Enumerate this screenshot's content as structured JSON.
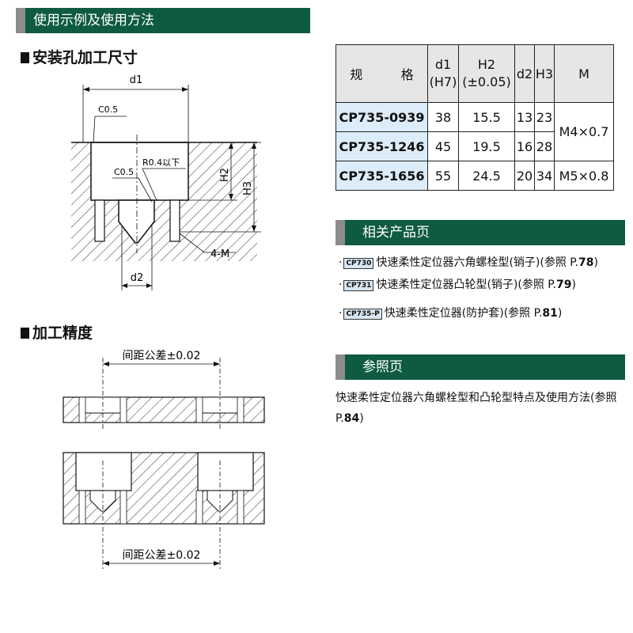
{
  "header": {
    "title": "使用示例及使用方法"
  },
  "mounting": {
    "title": "安装孔加工尺寸",
    "labels": {
      "d1": "d1",
      "c05_top": "C0.5",
      "c05_mid": "C0.5",
      "r04": "R0.4以下",
      "h2": "H2",
      "h3": "H3",
      "four_m": "4-M",
      "d2": "d2"
    }
  },
  "accuracy": {
    "title": "加工精度",
    "top_label": "间距公差±0.02",
    "bottom_label": "间距公差±0.02"
  },
  "spec_table": {
    "headers": {
      "spec_a": "规",
      "spec_b": "格",
      "d1": "d1",
      "d1_note": "(H7)",
      "h2": "H2",
      "h2_note": "(±0.05)",
      "d2": "d2",
      "h3": "H3",
      "m": "M"
    },
    "rows": [
      {
        "code": "CP735-0939",
        "d1": "38",
        "h2": "15.5",
        "d2": "13",
        "h3": "23"
      },
      {
        "code": "CP735-1246",
        "d1": "45",
        "h2": "19.5",
        "d2": "16",
        "h3": "28"
      },
      {
        "code": "CP735-1656",
        "d1": "55",
        "h2": "24.5",
        "d2": "20",
        "h3": "34"
      }
    ],
    "m_values": [
      "M4×0.7",
      "M5×0.8"
    ]
  },
  "related": {
    "title": "相关产品页",
    "items": [
      {
        "badge": "CP730",
        "text": "快速柔性定位器六角螺栓型(销子)(参照 P.",
        "page": "78",
        "close": ")"
      },
      {
        "badge": "CP731",
        "text": "快速柔性定位器凸轮型(销子)(参照 P.",
        "page": "79",
        "close": ")"
      },
      {
        "badge": "CP735-P",
        "text": "快速柔性定位器(防护套)(参照 P.",
        "page": "81",
        "close": ")"
      }
    ]
  },
  "reference": {
    "title": "参照页",
    "text": "快速柔性定位器六角螺栓型和凸轮型特点及使用方法(参照 P.",
    "page": "84",
    "close": ")"
  },
  "colors": {
    "band": "#0f5b40",
    "tab": "#8c8c8c",
    "code_cell": "#dcecf8",
    "header_cell": "#e6e6e6"
  }
}
